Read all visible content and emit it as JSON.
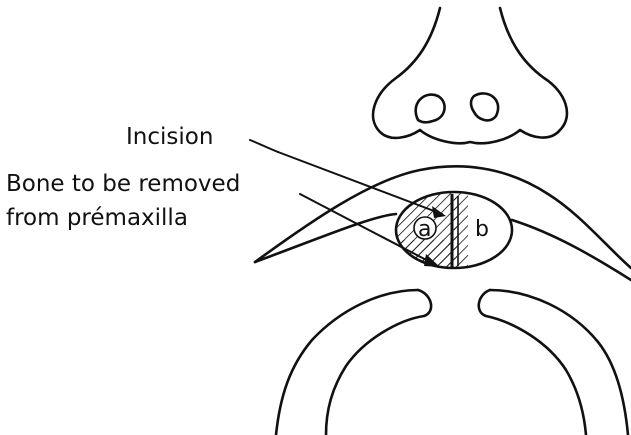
{
  "labels": {
    "incision": "Incision",
    "bone_line1": "Bone to be removed",
    "bone_line2": "from prémaxilla",
    "part_a": "a",
    "part_b": "b"
  },
  "colors": {
    "ink": "#111111",
    "background": "#ffffff"
  }
}
